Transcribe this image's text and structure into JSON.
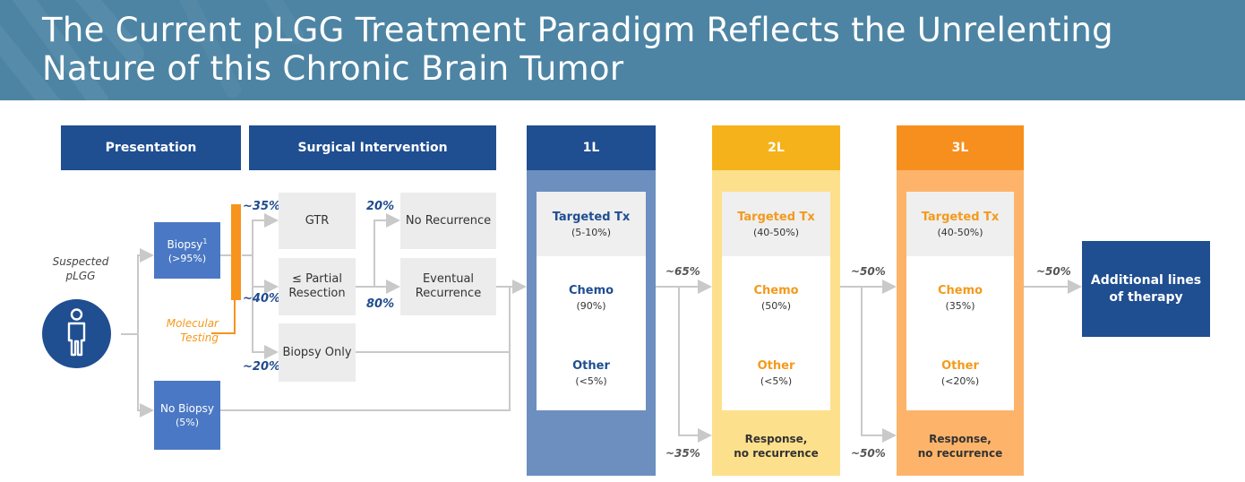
{
  "title": {
    "line1": "The Current pLGG Treatment Paradigm Reflects the Unrelenting",
    "line2": "Nature of this Chronic Brain Tumor"
  },
  "headers": {
    "presentation": "Presentation",
    "surgical": "Surgical Intervention",
    "l1": "1L",
    "l2": "2L",
    "l3": "3L"
  },
  "patient": {
    "label_line1": "Suspected",
    "label_line2": "pLGG",
    "icon": "person-icon"
  },
  "molecular": {
    "line1": "Molecular",
    "line2": "Testing"
  },
  "biopsy": {
    "label": "Biopsy",
    "sup": "1",
    "pct": "(>95%)"
  },
  "no_biopsy": {
    "label": "No Biopsy",
    "pct": "(5%)"
  },
  "surgery": {
    "gtr": "GTR",
    "partial_line1": "≤ Partial",
    "partial_line2": "Resection",
    "biopsy_only": "Biopsy Only",
    "gtr_pct": "~35%",
    "partial_pct": "~40%",
    "biopsy_only_pct": "~20%"
  },
  "outcomes": {
    "no_recurrence": "No Recurrence",
    "eventual_line1": "Eventual",
    "eventual_line2": "Recurrence",
    "no_rec_pct": "20%",
    "eventual_pct": "80%"
  },
  "lines": {
    "l1": {
      "targeted": "Targeted Tx",
      "targeted_pct": "(5-10%)",
      "chemo": "Chemo",
      "chemo_pct": "(90%)",
      "other": "Other",
      "other_pct": "(<5%)"
    },
    "l2": {
      "targeted": "Targeted Tx",
      "targeted_pct": "(40-50%)",
      "chemo": "Chemo",
      "chemo_pct": "(50%)",
      "other": "Other",
      "other_pct": "(<5%)",
      "resp_line1": "Response,",
      "resp_line2": "no recurrence"
    },
    "l3": {
      "targeted": "Targeted Tx",
      "targeted_pct": "(40-50%)",
      "chemo": "Chemo",
      "chemo_pct": "(35%)",
      "other": "Other",
      "other_pct": "(<20%)",
      "resp_line1": "Response,",
      "resp_line2": "no recurrence"
    }
  },
  "transitions": {
    "to2_pct": "~65%",
    "resp1_pct": "~35%",
    "to3_pct": "~50%",
    "resp2_pct": "~50%",
    "to_add_pct": "~50%"
  },
  "additional": {
    "line1": "Additional lines",
    "line2": "of therapy"
  },
  "colors": {
    "header_bg": "#4d84a3",
    "navy": "#1f4e91",
    "biopsy_blue": "#4a78c4",
    "col1_bg": "#6c8fbf",
    "col2_head": "#f5b21a",
    "col2_bg": "#fde08c",
    "col3_head": "#f78f1e",
    "col3_bg": "#fdb46a",
    "orange_text": "#f39a1c",
    "orange_bar": "#f7941d"
  }
}
